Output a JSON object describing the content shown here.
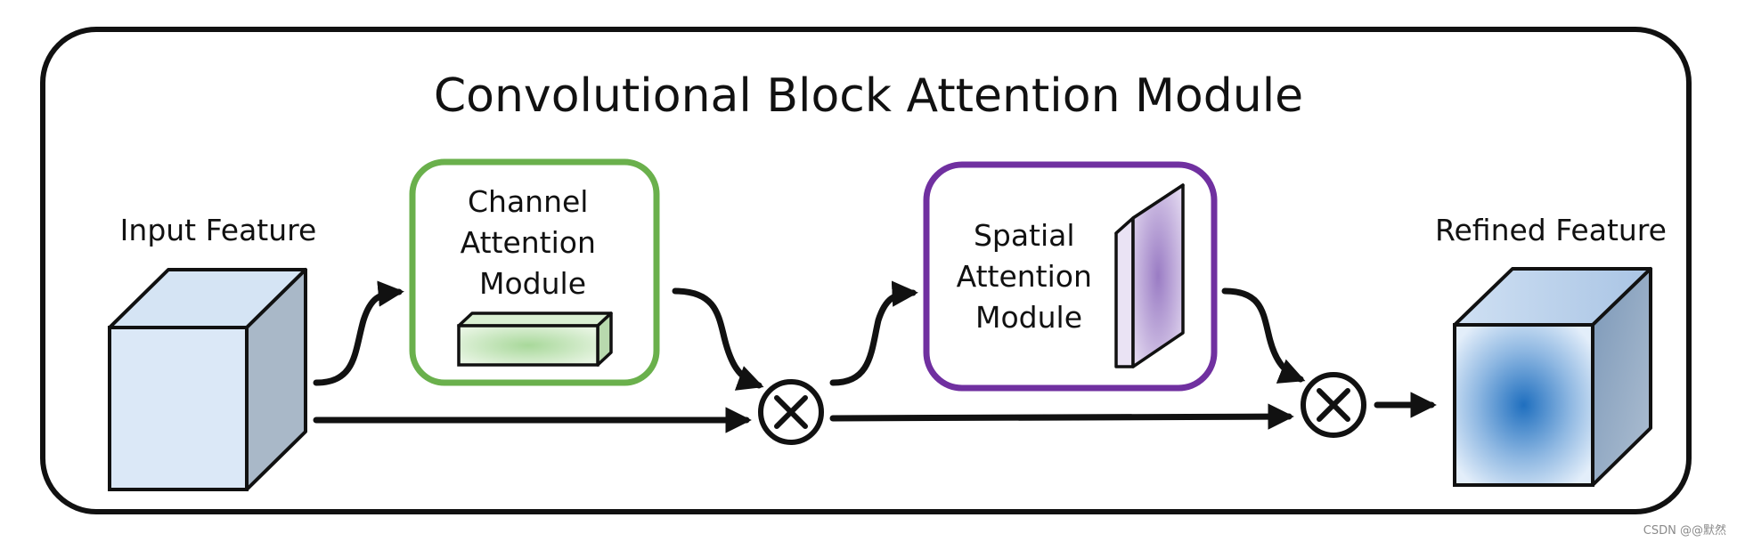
{
  "title": "Convolutional Block Attention Module",
  "input_label": "Input Feature",
  "channel_module": {
    "lines": [
      "Channel",
      "Attention",
      "Module"
    ],
    "border_color": "#6ab04c"
  },
  "spatial_module": {
    "lines": [
      "Spatial",
      "Attention",
      "Module"
    ],
    "border_color": "#7030a0"
  },
  "output_label": "Refined Feature",
  "multiply_symbol": "×",
  "watermark": "CSDN @@默然"
}
